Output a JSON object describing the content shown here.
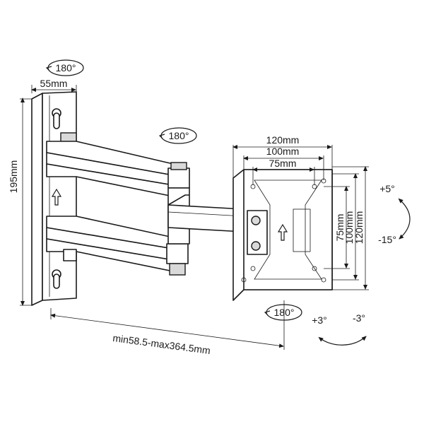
{
  "dimensions": {
    "wall_plate_width": "55mm",
    "wall_plate_height": "195mm",
    "extension_range": "min58.5-max364.5mm",
    "vesa_120": "120mm",
    "vesa_100": "100mm",
    "vesa_75": "75mm",
    "vesa_v75": "75mm",
    "vesa_v100": "100mm",
    "vesa_v120": "120mm"
  },
  "rotations": {
    "wall_pivot": "180°",
    "arm_pivot": "180°",
    "head_swivel": "180°"
  },
  "tilt": {
    "up": "+5°",
    "down": "-15°"
  },
  "swivel": {
    "left": "+3°",
    "right": "-3°"
  }
}
